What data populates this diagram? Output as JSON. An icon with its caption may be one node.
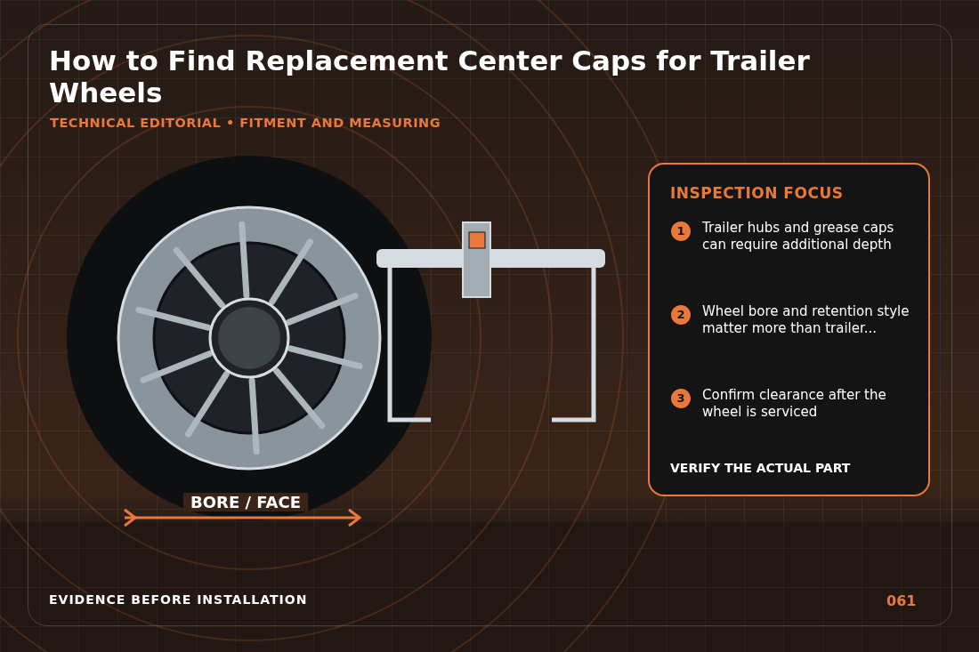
{
  "diagram": {
    "title": "How to Find Replacement Center Caps for Trailer Wheels",
    "nodes": [
      {
        "text": [
          "INSPECTION FOCUS",
          "VERIFY THE ACTUAL PART"
        ]
      },
      {
        "text": [
          "1"
        ],
        "in": 0,
        "beside": [
          "Trailer hubs and grease caps can require additional depth"
        ]
      },
      {
        "text": [
          "2"
        ],
        "in": 0,
        "beside": [
          "Wheel bore and retention style matter more than trailer..."
        ]
      },
      {
        "text": [
          "3"
        ],
        "in": 0,
        "beside": [
          "Confirm clearance after the wheel is serviced"
        ]
      }
    ],
    "labels": [
      "TECHNICAL EDITORIAL • FITMENT AND MEASURING",
      "BORE / FACE",
      "EVIDENCE BEFORE INSTALLATION",
      "061"
    ]
  }
}
